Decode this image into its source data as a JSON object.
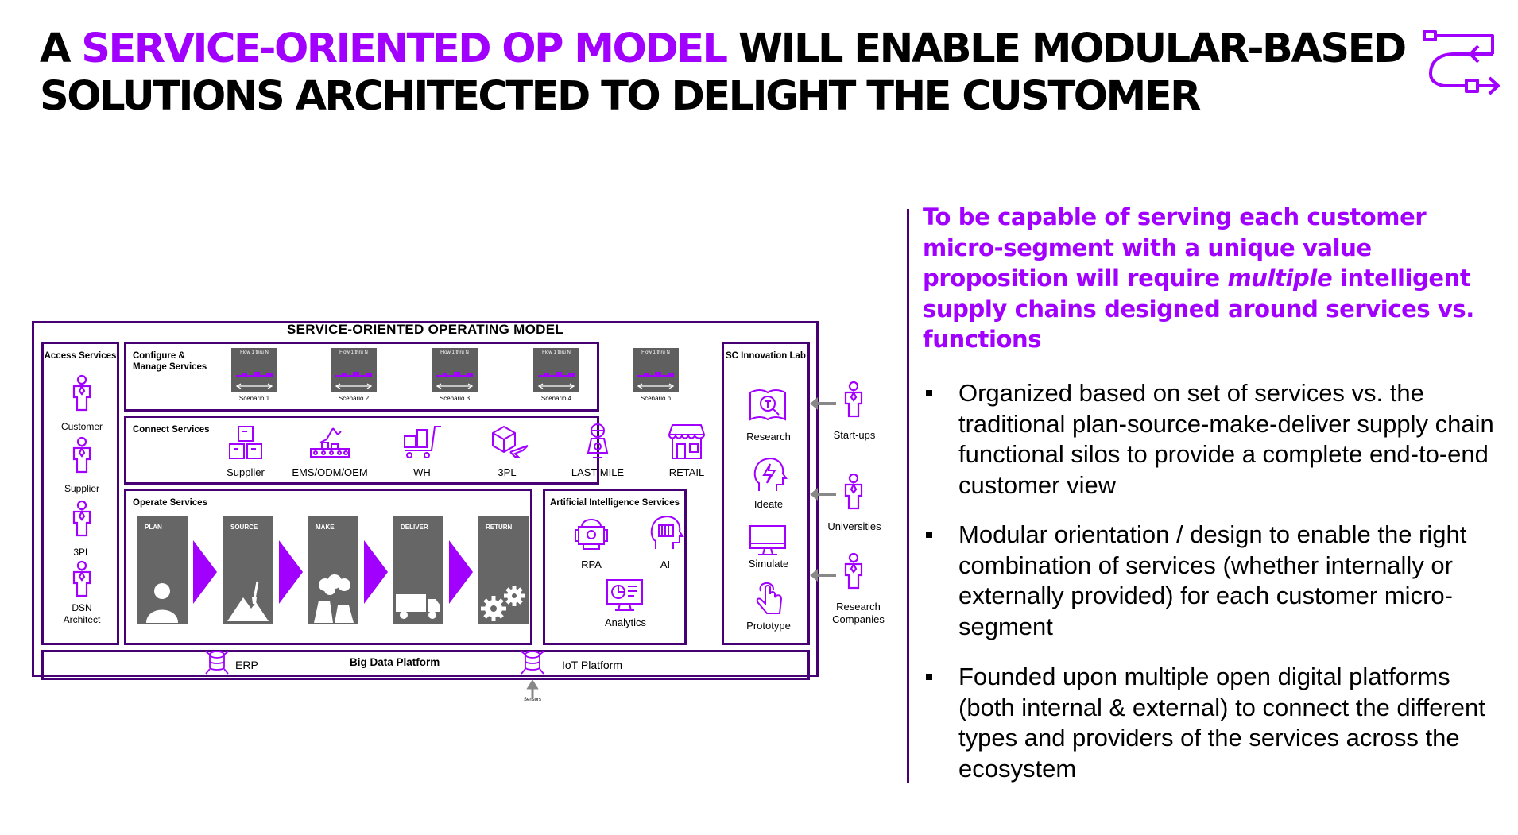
{
  "title": {
    "part1": "A ",
    "highlight": "SERVICE-ORIENTED OP MODEL",
    "part2": " WILL ENABLE MODULAR-BASED",
    "line2": "SOLUTIONS ARCHITECTED TO DELIGHT THE CUSTOMER"
  },
  "colors": {
    "accent": "#a100ff",
    "dark_purple": "#460073",
    "gray": "#666666"
  },
  "lead": {
    "text1": "To be capable of serving each customer micro-segment with a unique value proposition will require ",
    "emph": "multiple",
    "text2": " intelligent supply chains designed around services vs. functions"
  },
  "bullets": [
    "Organized based on set of services vs. the traditional plan-source-make-deliver supply chain functional silos to provide a complete end-to-end customer view",
    "Modular orientation / design to enable the right combination of services (whether internally or externally provided) for each customer micro-segment",
    "Founded upon multiple open digital platforms (both internal & external) to connect the different types and providers of the services across the ecosystem"
  ],
  "diagram": {
    "title": "SERVICE-ORIENTED OPERATING MODEL",
    "access": {
      "title": "Access Services",
      "items": [
        "Customer",
        "Supplier",
        "3PL",
        "DSN Architect"
      ]
    },
    "configure": {
      "title": "Configure & Manage Services",
      "thumb_text": "Flow 1 thru N",
      "scenarios": [
        "Scenario 1",
        "Scenario 2",
        "Scenario 3",
        "Scenario 4",
        "Scenario n"
      ]
    },
    "connect": {
      "title": "Connect Services",
      "items": [
        "Supplier",
        "EMS/ODM/OEM",
        "WH",
        "3PL",
        "LAST MILE",
        "RETAIL"
      ]
    },
    "operate": {
      "title": "Operate Services",
      "steps": [
        "PLAN",
        "SOURCE",
        "MAKE",
        "DELIVER",
        "RETURN"
      ]
    },
    "ai": {
      "title": "Artificial Intelligence Services",
      "items": [
        "RPA",
        "AI",
        "Analytics"
      ]
    },
    "lab": {
      "title": "SC Innovation Lab",
      "items": [
        "Research",
        "Ideate",
        "Simulate",
        "Prototype"
      ]
    },
    "external": [
      "Start-ups",
      "Universities",
      "Research Companies"
    ],
    "platform": {
      "erp": "ERP",
      "big_data": "Big Data Platform",
      "iot": "IoT Platform",
      "sensors": "Sensors"
    }
  }
}
